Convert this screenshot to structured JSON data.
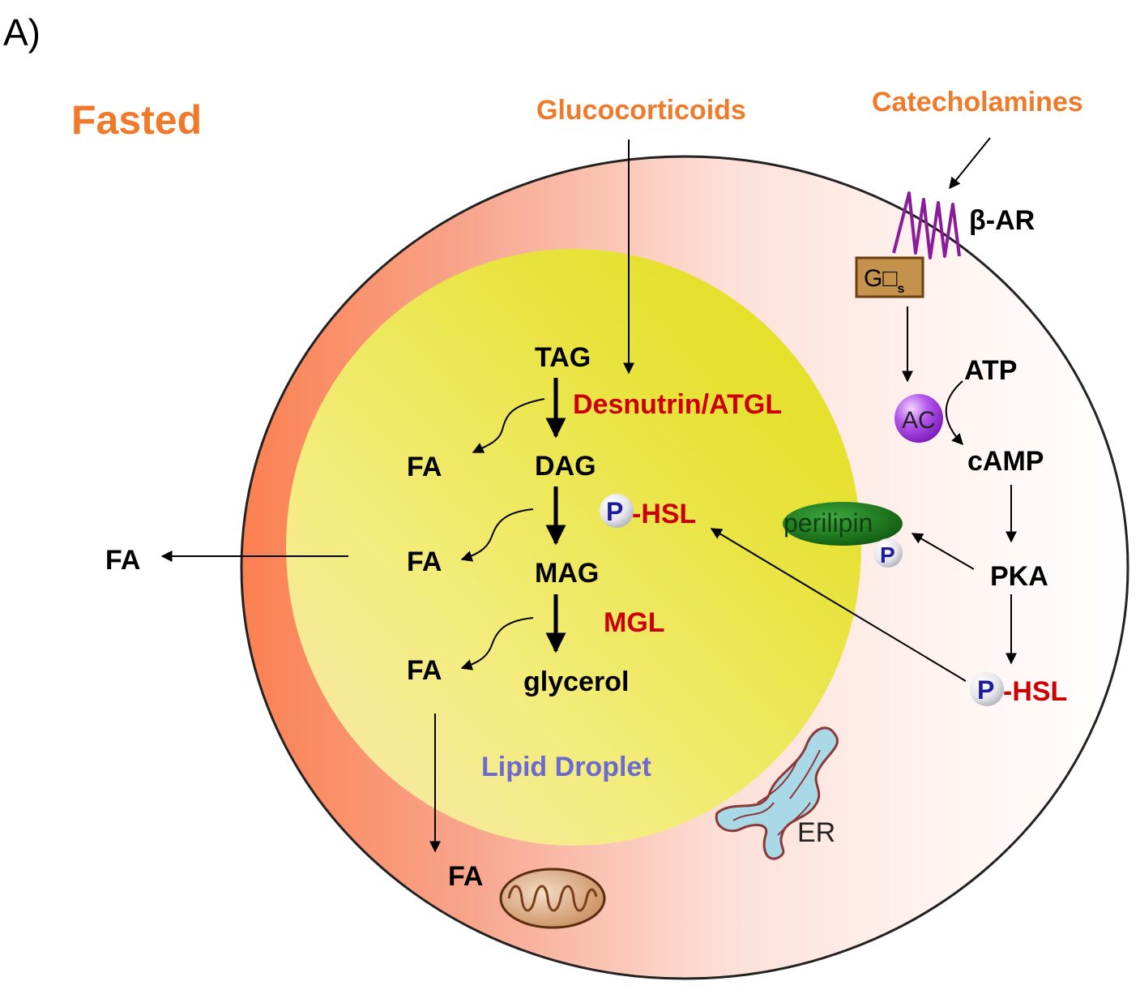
{
  "panel_label": "A)",
  "state_label": "Fasted",
  "hormones": {
    "glucocorticoids": "Glucocorticoids",
    "catecholamines": "Catecholamines"
  },
  "receptor": {
    "beta_ar": "β-AR",
    "g_protein": "G□",
    "g_protein_sub": "s",
    "adenylyl_cyclase": "AC"
  },
  "signaling": {
    "atp": "ATP",
    "camp": "cAMP",
    "pka": "PKA",
    "p": "P",
    "dash": "-",
    "hsl": "HSL"
  },
  "lipolysis": {
    "tag": "TAG",
    "dag": "DAG",
    "mag": "MAG",
    "glycerol": "glycerol",
    "fa": "FA",
    "desnutrin": "Desnutrin/ATGL",
    "mgl": "MGL"
  },
  "organelles": {
    "perilipin": "perilipin",
    "lipid_droplet": "Lipid Droplet",
    "er": "ER"
  },
  "colors": {
    "orange_text": "#f07a2a",
    "red_text": "#cc0000",
    "blue_text": "#6a6ad0",
    "navy_p": "#1c1c9a",
    "receptor_purple": "#8a1c9a"
  }
}
